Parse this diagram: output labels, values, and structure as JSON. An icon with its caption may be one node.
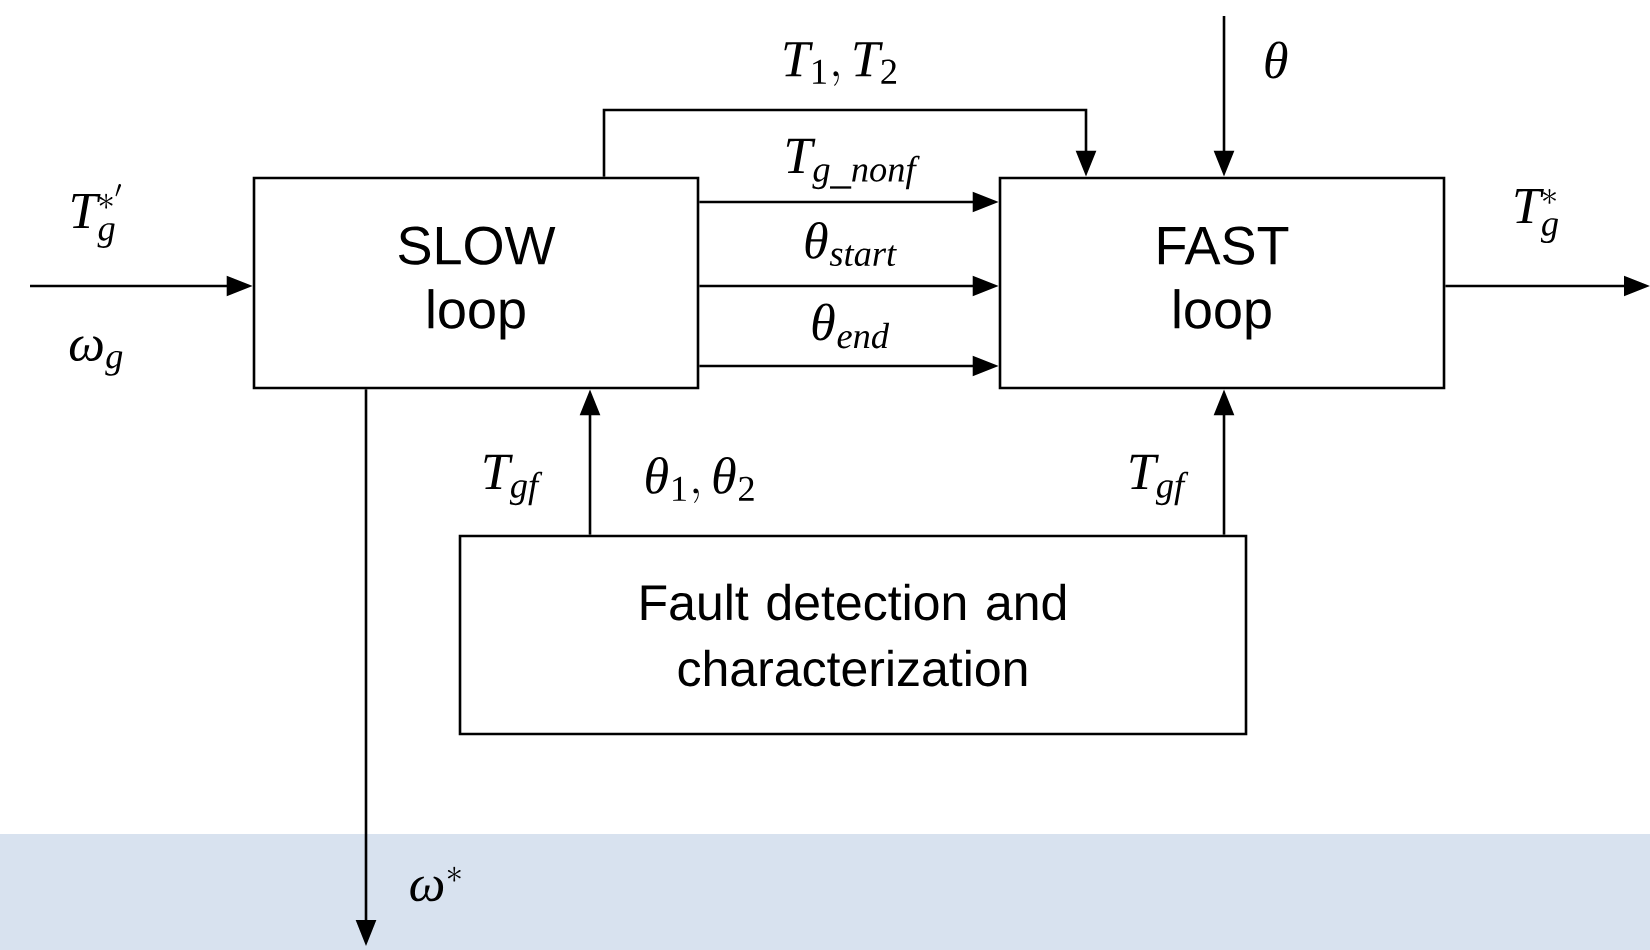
{
  "diagram": {
    "nodes": [
      {
        "text": [
          "SLOW loop"
        ]
      },
      {
        "text": [
          "FAST loop"
        ]
      },
      {
        "text": [
          "Fault detection and characterization"
        ]
      }
    ],
    "edges": [
      {
        "from": null,
        "to": 0,
        "arrow": "to",
        "label": "T_g^{*'}"
      },
      {
        "from": 0,
        "to": 1,
        "arrow": "to",
        "label": "T_1,T_2"
      },
      {
        "from": 0,
        "to": 1,
        "arrow": "to",
        "label": "T_{g\\_nonf}"
      },
      {
        "from": 0,
        "to": 1,
        "arrow": "to",
        "label": "\\theta_{start}"
      },
      {
        "from": 0,
        "to": 1,
        "arrow": "to",
        "label": "\\theta_{end}"
      },
      {
        "from": null,
        "to": 1,
        "arrow": "to",
        "label": "\\theta"
      },
      {
        "from": 1,
        "to": null,
        "arrow": "to",
        "label": "T_g^{*}"
      },
      {
        "from": 2,
        "to": 0,
        "arrow": "to",
        "label": "T_{gf}"
      },
      {
        "from": 2,
        "to": 1,
        "arrow": "to",
        "label": "T_{gf}"
      },
      {
        "from": 0,
        "to": null,
        "arrow": "to",
        "label": "\\omega^{*}"
      }
    ],
    "labels": [
      "\\omega_g",
      "\\theta_1,\\theta_2"
    ]
  }
}
